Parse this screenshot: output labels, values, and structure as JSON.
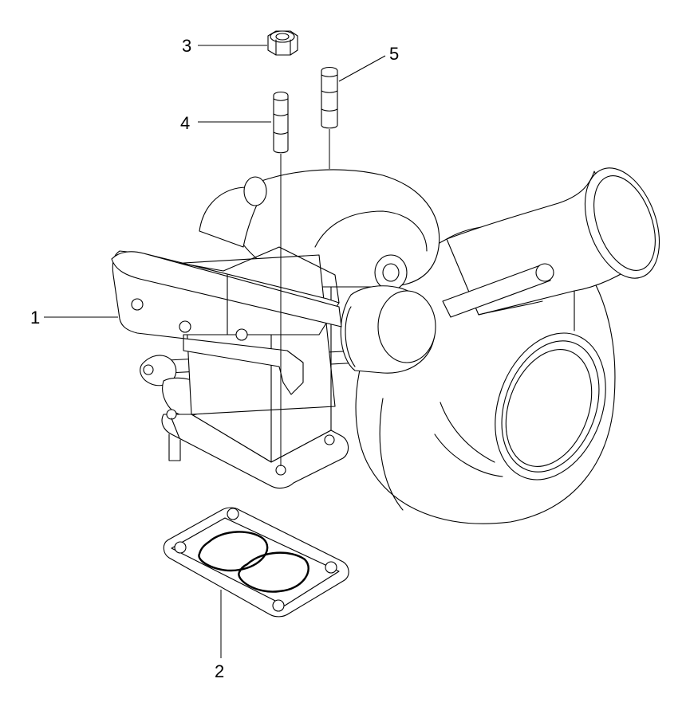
{
  "callouts": [
    {
      "id": "1",
      "label": "1"
    },
    {
      "id": "2",
      "label": "2"
    },
    {
      "id": "3",
      "label": "3"
    },
    {
      "id": "4",
      "label": "4"
    },
    {
      "id": "5",
      "label": "5"
    }
  ],
  "colors": {
    "line": "#000000",
    "background": "#ffffff"
  }
}
